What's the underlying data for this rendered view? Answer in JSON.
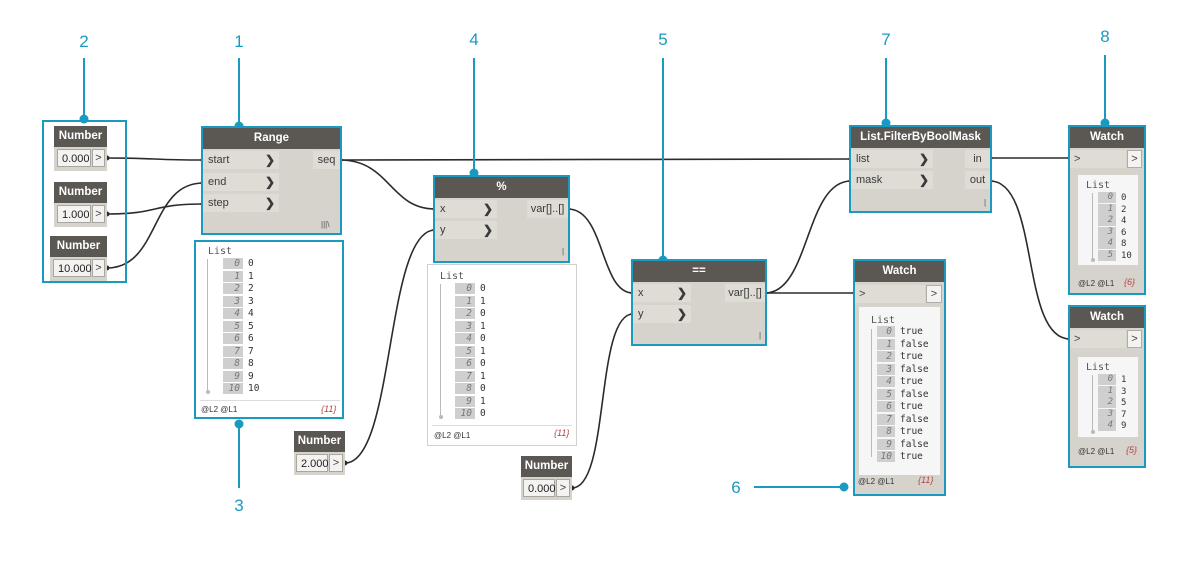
{
  "callouts": [
    "1",
    "2",
    "3",
    "4",
    "5",
    "6",
    "7",
    "8"
  ],
  "number_nodes": [
    {
      "title": "Number",
      "value": "0.000"
    },
    {
      "title": "Number",
      "value": "1.000"
    },
    {
      "title": "Number",
      "value": "10.000"
    },
    {
      "title": "Number",
      "value": "2.000"
    },
    {
      "title": "Number",
      "value": "0.000"
    }
  ],
  "range_node": {
    "title": "Range",
    "inputs": [
      "start",
      "end",
      "step"
    ],
    "output": "seq",
    "lacing": "|||\\"
  },
  "mod_node": {
    "title": "%",
    "inputs": [
      "x",
      "y"
    ],
    "output": "var[]..[]"
  },
  "eq_node": {
    "title": "==",
    "inputs": [
      "x",
      "y"
    ],
    "output": "var[]..[]"
  },
  "filter_node": {
    "title": "List.FilterByBoolMask",
    "inputs": [
      "list",
      "mask"
    ],
    "outputs": [
      "in",
      "out"
    ]
  },
  "arrow": ">",
  "list_label": "List",
  "range_preview": {
    "indices": [
      "0",
      "1",
      "2",
      "3",
      "4",
      "5",
      "6",
      "7",
      "8",
      "9",
      "10"
    ],
    "values": [
      "0",
      "1",
      "2",
      "3",
      "4",
      "5",
      "6",
      "7",
      "8",
      "9",
      "10"
    ],
    "levels": "@L2 @L1",
    "count": "{11}"
  },
  "mod_preview": {
    "indices": [
      "0",
      "1",
      "2",
      "3",
      "4",
      "5",
      "6",
      "7",
      "8",
      "9",
      "10"
    ],
    "values": [
      "0",
      "1",
      "0",
      "1",
      "0",
      "1",
      "0",
      "1",
      "0",
      "1",
      "0"
    ],
    "levels": "@L2 @L1",
    "count": "{11}"
  },
  "watch_nodes": [
    {
      "title": "Watch",
      "indices": [
        "0",
        "1",
        "2",
        "3",
        "4",
        "5",
        "6",
        "7",
        "8",
        "9",
        "10"
      ],
      "values": [
        "true",
        "false",
        "true",
        "false",
        "true",
        "false",
        "true",
        "false",
        "true",
        "false",
        "true"
      ],
      "levels": "@L2 @L1",
      "count": "{11}"
    },
    {
      "title": "Watch",
      "indices": [
        "0",
        "1",
        "2",
        "3",
        "4",
        "5"
      ],
      "values": [
        "0",
        "2",
        "4",
        "6",
        "8",
        "10"
      ],
      "levels": "@L2 @L1",
      "count": "{6}"
    },
    {
      "title": "Watch",
      "indices": [
        "0",
        "1",
        "2",
        "3",
        "4"
      ],
      "values": [
        "1",
        "3",
        "5",
        "7",
        "9"
      ],
      "levels": "@L2 @L1",
      "count": "{5}"
    }
  ],
  "colors": {
    "accent": "#1a9ac0",
    "node_header": "#5b5753",
    "node_body": "#d6d3cd",
    "wire": "#2b2b2b",
    "count": "#b04545"
  }
}
